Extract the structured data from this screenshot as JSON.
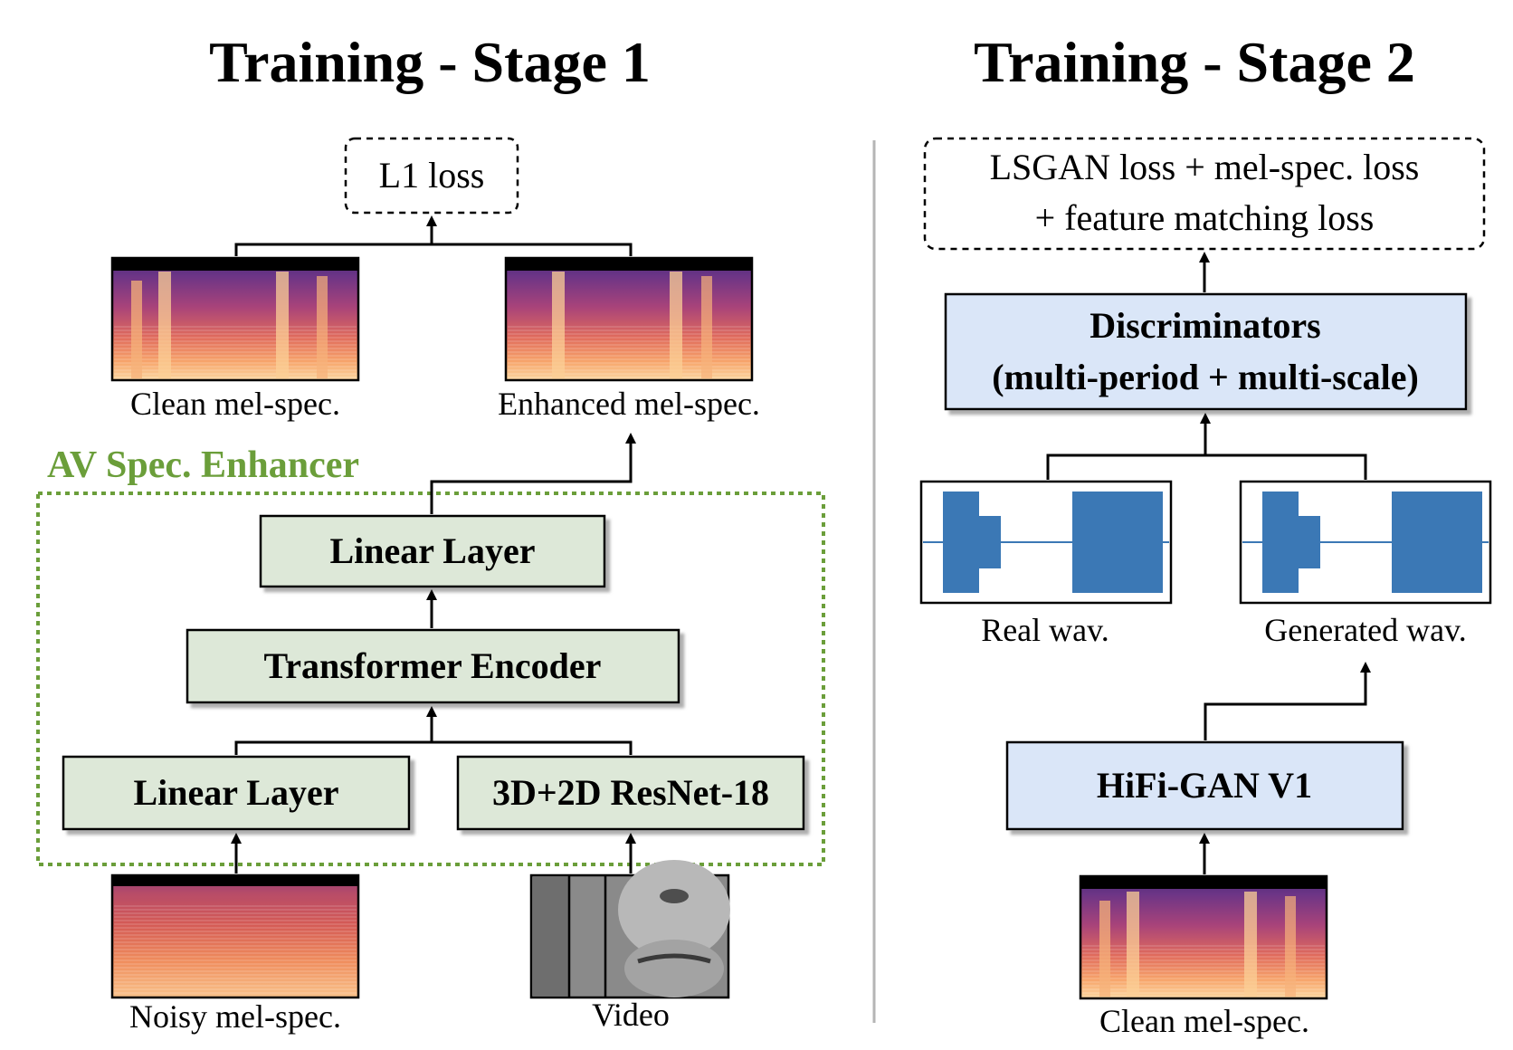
{
  "stage1": {
    "title": "Training - Stage 1",
    "loss": "L1 loss",
    "clean_caption": "Clean mel-spec.",
    "enhanced_caption": "Enhanced mel-spec.",
    "group_label": "AV Spec. Enhancer",
    "linear_top": "Linear Layer",
    "transformer": "Transformer Encoder",
    "linear_bottom": "Linear Layer",
    "resnet": "3D+2D ResNet-18",
    "noisy_caption": "Noisy mel-spec.",
    "video_caption": "Video"
  },
  "stage2": {
    "title": "Training - Stage 2",
    "loss_line1": "LSGAN loss + mel-spec. loss",
    "loss_line2": "+ feature matching loss",
    "disc_line1": "Discriminators",
    "disc_line2": "(multi-period + multi-scale)",
    "real_caption": "Real wav.",
    "generated_caption": "Generated wav.",
    "hifigan": "HiFi-GAN V1",
    "clean_caption": "Clean mel-spec."
  },
  "colors": {
    "green_box": "#dde8d8",
    "blue_box": "#dae6f8",
    "group_green": "#6b9e3a",
    "wave_blue": "#3b78b5"
  }
}
